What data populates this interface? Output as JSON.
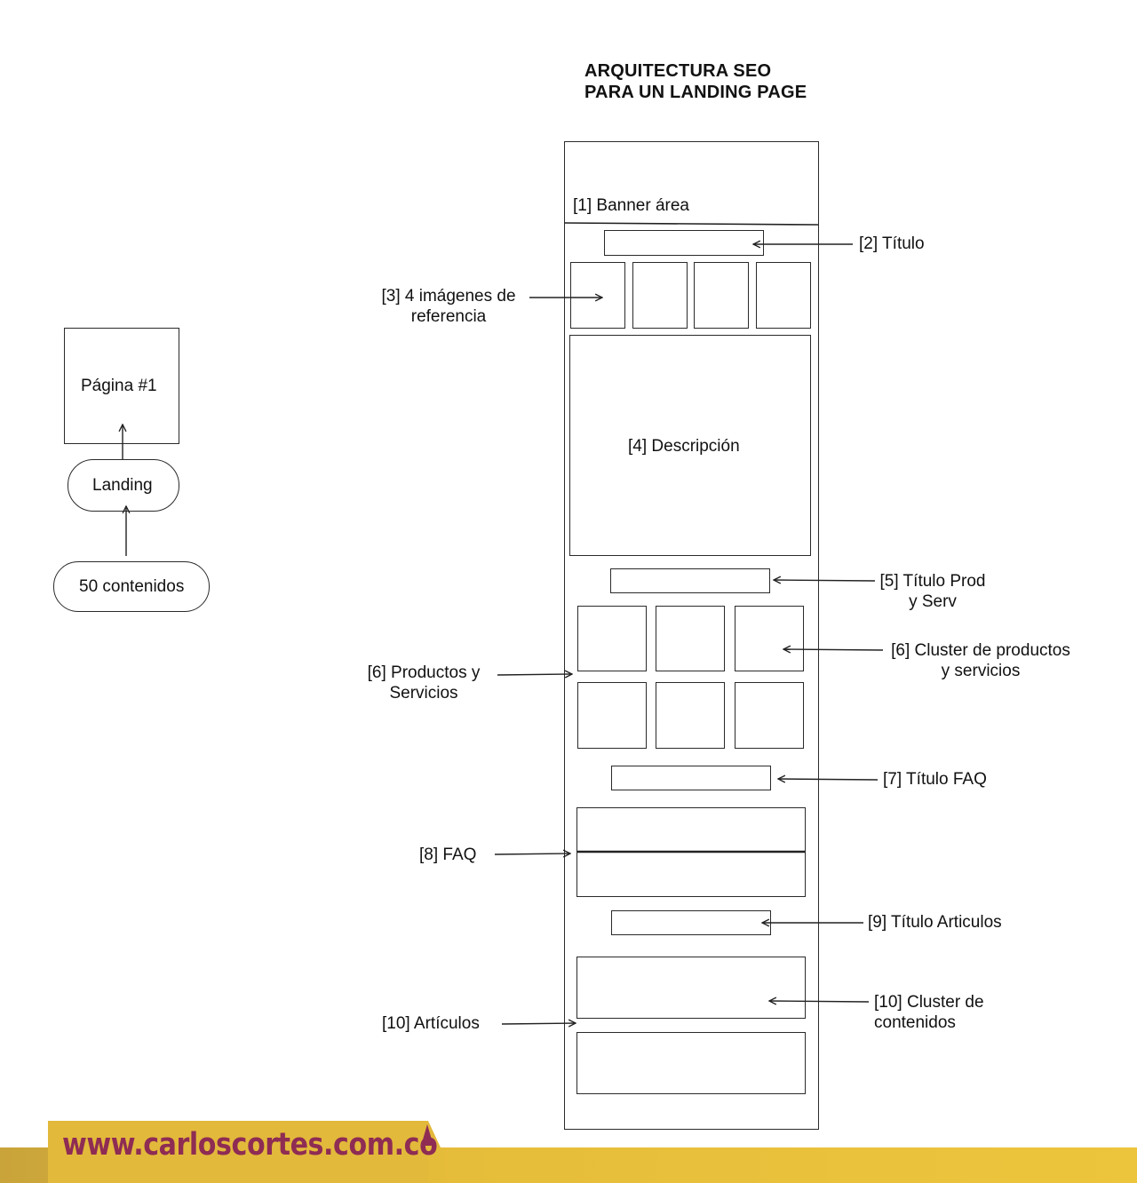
{
  "title": {
    "line1": "ARQUITECTURA SEO",
    "line2": "PARA UN LANDING PAGE"
  },
  "flow": {
    "page": "Página #1",
    "landing": "Landing",
    "contents": "50 contenidos"
  },
  "wireframe": {
    "banner": "[1] Banner área",
    "description": "[4] Descripción"
  },
  "labels": {
    "titulo": "[2] Título",
    "imagenes": [
      "[3] 4 imágenes de",
      "referencia"
    ],
    "titulo_prod": [
      "[5] Título Prod",
      "y Serv"
    ],
    "cluster_productos": [
      "[6] Cluster de productos",
      "y servicios"
    ],
    "productos": [
      "[6] Productos y",
      "Servicios"
    ],
    "titulo_faq": "[7] Título FAQ",
    "faq": "[8] FAQ",
    "titulo_articulos": "[9] Título Articulos",
    "cluster_contenidos": [
      "[10] Cluster de",
      "contenidos"
    ],
    "articulos": "[10] Artículos"
  },
  "footer": {
    "url": "www.carloscortes.com.co",
    "colors": {
      "band": "#e6bd3a",
      "text": "#8e2c54"
    }
  }
}
